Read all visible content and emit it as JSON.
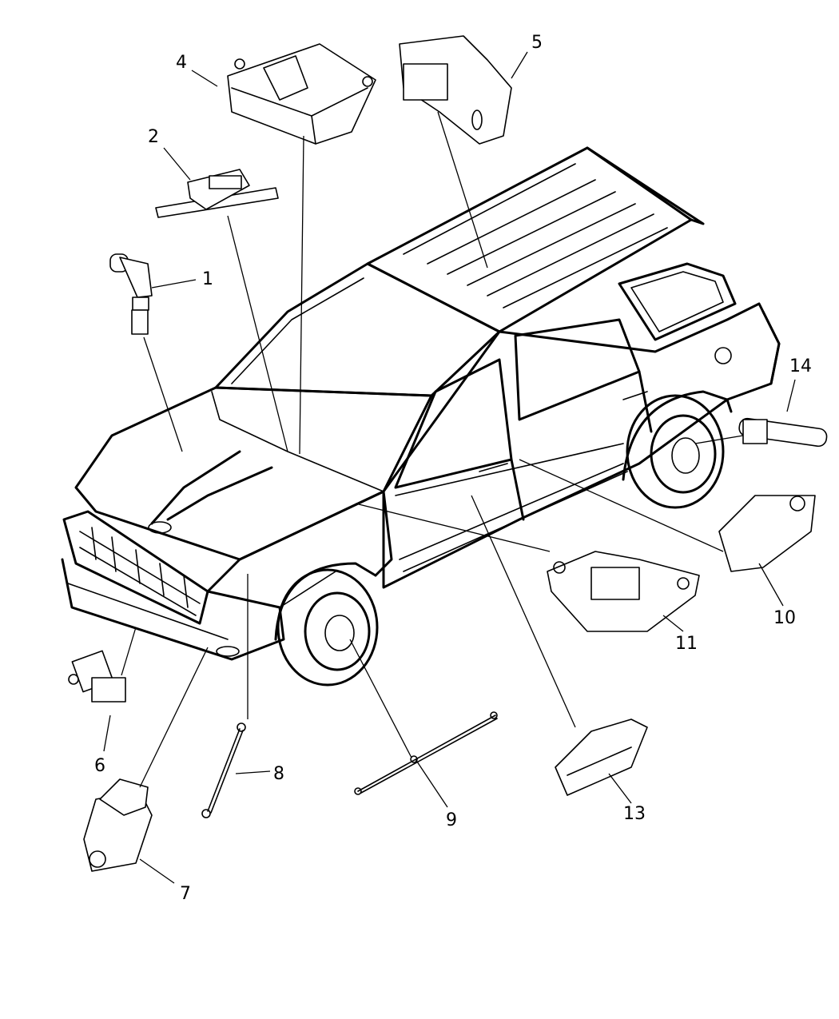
{
  "callouts": {
    "c1": "1",
    "c2": "2",
    "c4": "4",
    "c5": "5",
    "c6": "6",
    "c7": "7",
    "c8": "8",
    "c9": "9",
    "c10": "10",
    "c11": "11",
    "c13": "13",
    "c14": "14"
  }
}
